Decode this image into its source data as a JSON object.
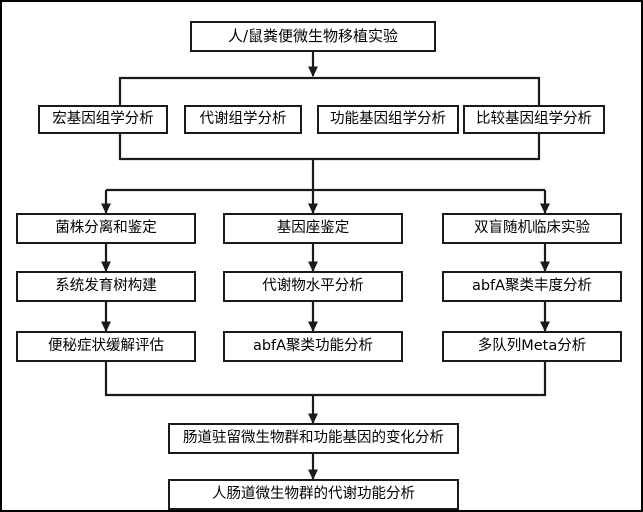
{
  "diagram": {
    "title_box": {
      "label": "人/鼠粪便微生物移植实验"
    },
    "analysis_row": {
      "items": [
        {
          "label": "宏基因组学分析"
        },
        {
          "label": "代谢组学分析"
        },
        {
          "label": "功能基因组学分析"
        },
        {
          "label": "比较基因组学分析"
        }
      ]
    },
    "columns": [
      {
        "name": "strain-column",
        "steps": [
          {
            "label": "菌株分离和鉴定"
          },
          {
            "label": "系统发育树构建"
          },
          {
            "label": "便秘症状缓解评估"
          }
        ]
      },
      {
        "name": "locus-column",
        "steps": [
          {
            "label": "基因座鉴定"
          },
          {
            "label": "代谢物水平分析"
          },
          {
            "label": "abfA聚类功能分析"
          }
        ]
      },
      {
        "name": "clinical-column",
        "steps": [
          {
            "label": "双盲随机临床实验"
          },
          {
            "label": "abfA聚类丰度分析"
          },
          {
            "label": "多队列Meta分析"
          }
        ]
      }
    ],
    "conclusions": [
      {
        "label": "肠道驻留微生物群和功能基因的变化分析"
      },
      {
        "label": "人肠道微生物群的代谢功能分析"
      }
    ],
    "colors": {
      "line": "#1a1a1a",
      "background": "#ffffff",
      "text": "#000000"
    }
  }
}
